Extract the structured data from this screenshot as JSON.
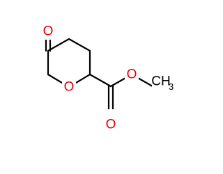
{
  "molecule": {
    "colors": {
      "bond": "#000000",
      "oxygen": "#e00000",
      "carbon": "#000000",
      "background": "#ffffff"
    },
    "atoms": {
      "ketone_oxygen": "O",
      "ring_oxygen": "O",
      "carbonyl_oxygen": "O",
      "ester_oxygen": "O",
      "methyl_group": "CH",
      "methyl_subscript": "3"
    }
  }
}
